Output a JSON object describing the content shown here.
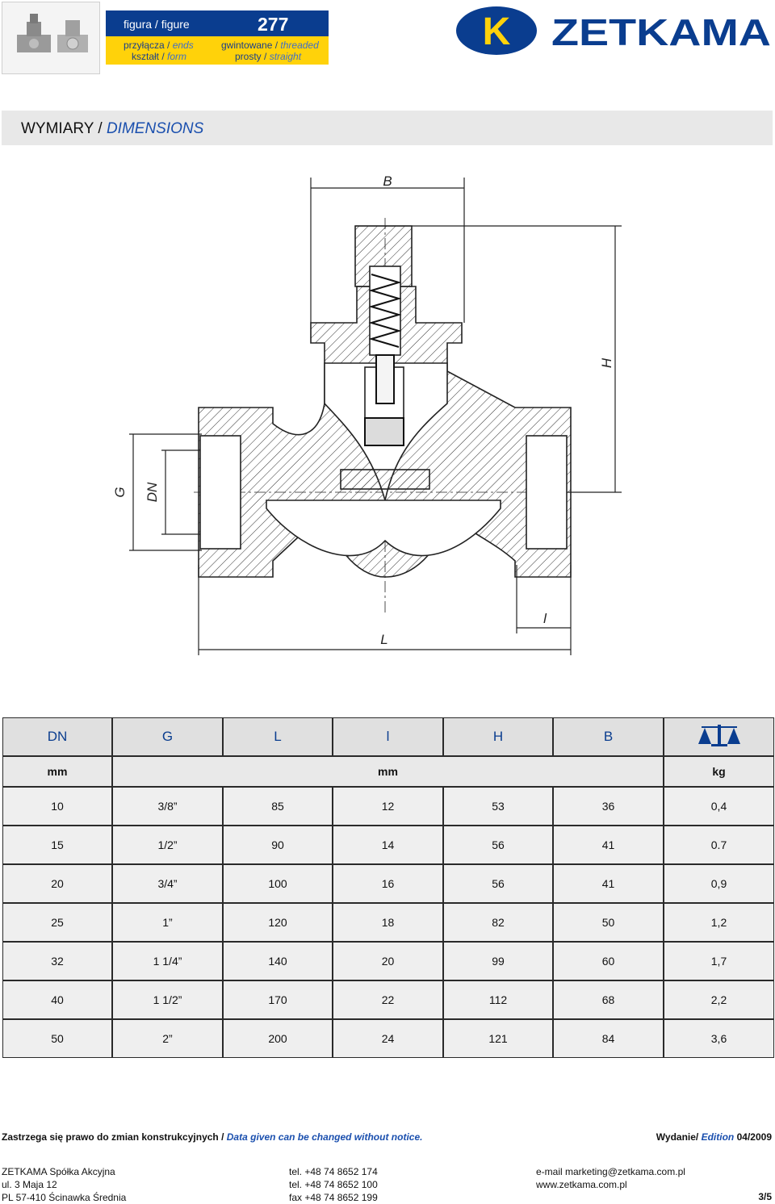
{
  "figure": {
    "label": "figura / figure",
    "number": "277",
    "ends_pl": "przyłącza /",
    "ends_en": "ends",
    "form_pl": "kształt /",
    "form_en": "form",
    "threaded_pl": "gwintowane /",
    "threaded_en": "threaded",
    "straight_pl": "prosty /",
    "straight_en": "straight"
  },
  "brand": {
    "logo_letter": "K",
    "name": "ZETKAMA",
    "colors": {
      "navy": "#0a3d8f",
      "yellow": "#ffd20a"
    }
  },
  "section": {
    "title_pl": "WYMIARY /",
    "title_en": "DIMENSIONS"
  },
  "drawing": {
    "labels": {
      "B": "B",
      "H": "H",
      "G": "G",
      "DN": "DN",
      "L": "L",
      "l": "l"
    }
  },
  "table": {
    "headers": [
      "DN",
      "G",
      "L",
      "l",
      "H",
      "B"
    ],
    "weight_icon": "scale-icon",
    "units": {
      "dn": "mm",
      "dims": "mm",
      "weight": "kg"
    },
    "rows": [
      [
        "10",
        "3/8”",
        "85",
        "12",
        "53",
        "36",
        "0,4"
      ],
      [
        "15",
        "1/2”",
        "90",
        "14",
        "56",
        "41",
        "0.7"
      ],
      [
        "20",
        "3/4”",
        "100",
        "16",
        "56",
        "41",
        "0,9"
      ],
      [
        "25",
        "1”",
        "120",
        "18",
        "82",
        "50",
        "1,2"
      ],
      [
        "32",
        "1 1/4”",
        "140",
        "20",
        "99",
        "60",
        "1,7"
      ],
      [
        "40",
        "1 1/2”",
        "170",
        "22",
        "112",
        "68",
        "2,2"
      ],
      [
        "50",
        "2”",
        "200",
        "24",
        "121",
        "84",
        "3,6"
      ]
    ]
  },
  "notice": {
    "pl": "Zastrzega się prawo do zmian konstrukcyjnych /",
    "en": "Data given can be changed without notice."
  },
  "edition": {
    "pl": "Wydanie/",
    "en": "Edition",
    "value": "04/2009"
  },
  "footer": {
    "company": [
      "ZETKAMA  Spółka Akcyjna",
      "ul. 3 Maja 12",
      "PL 57-410 Ścinawka Średnia"
    ],
    "phones": [
      "tel. +48 74 8652 174",
      "tel. +48 74 8652 100",
      "fax +48 74 8652 199"
    ],
    "web": [
      "e-mail marketing@zetkama.com.pl",
      "www.zetkama.com.pl"
    ],
    "page": "3/5"
  }
}
